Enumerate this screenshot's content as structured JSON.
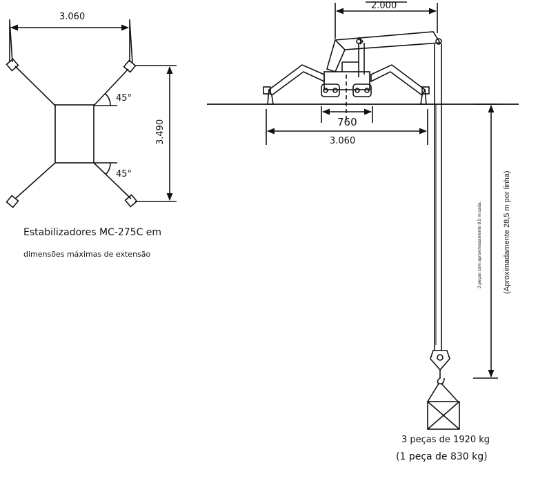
{
  "outriggers": {
    "top_width": "3.060",
    "height": "3.490",
    "angle_top": "45°",
    "angle_bottom": "45°",
    "caption_line1": "Estabilizadores MC-275C em",
    "caption_line2": "dimensões máximas de extensão"
  },
  "side_view": {
    "boom_reach": "2.000",
    "track_width": "760",
    "outrigger_span": "3.060",
    "vertical_label_inner": "3 peças com aproximadamente 8,5 m cada.",
    "vertical_label_outer": "(Aproximadamente 28,5 m por linha)",
    "load_line1": "3 peças de 1920 kg",
    "load_line2": "(1 peça de 830 kg)"
  }
}
